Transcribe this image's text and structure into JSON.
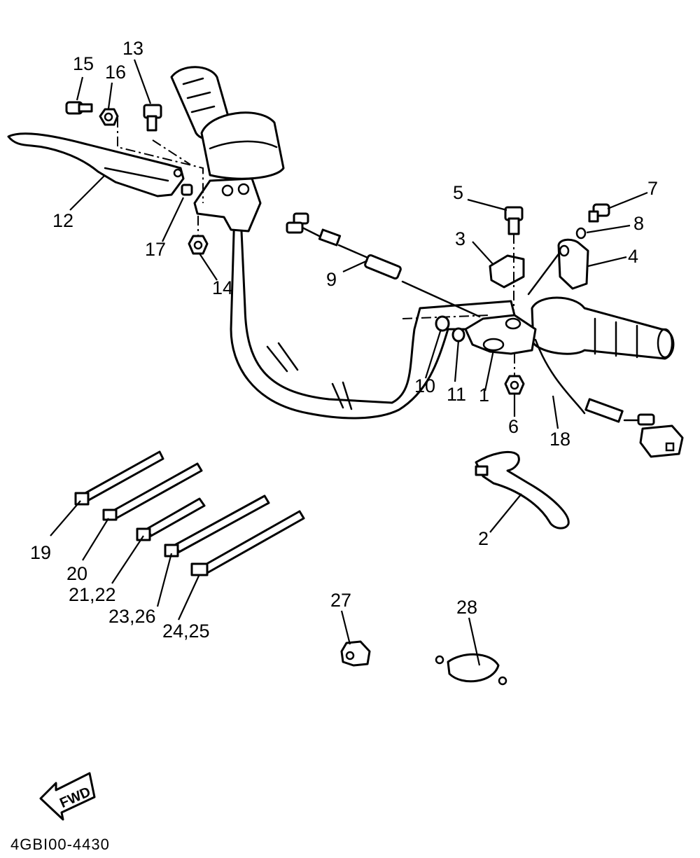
{
  "callouts": {
    "p1": "1",
    "p2": "2",
    "p3": "3",
    "p4": "4",
    "p5": "5",
    "p6": "6",
    "p7": "7",
    "p8": "8",
    "p9": "9",
    "p10": "10",
    "p11": "11",
    "p12": "12",
    "p13": "13",
    "p14": "14",
    "p15": "15",
    "p16": "16",
    "p17": "17",
    "p18": "18",
    "p19": "19",
    "p20": "20",
    "p21_22": "21,22",
    "p23_26": "23,26",
    "p24_25": "24,25",
    "p27": "27",
    "p28": "28"
  },
  "direction_arrow": "FWD",
  "diagram_code": "4GBI00-4430"
}
